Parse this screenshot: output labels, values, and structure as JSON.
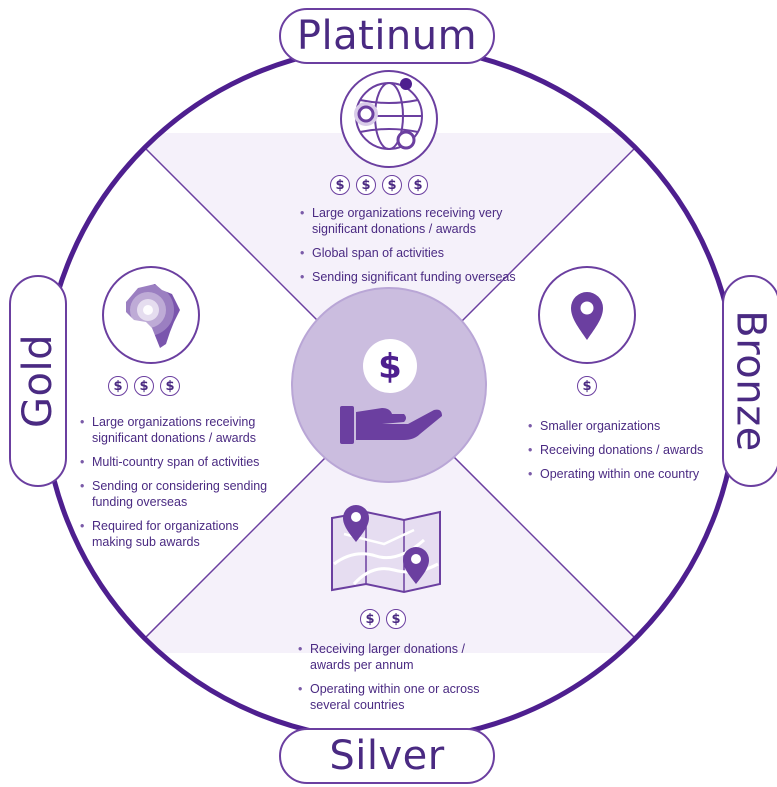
{
  "colors": {
    "ring": "#4e1f8f",
    "sector_fill": "#f5f1fa",
    "center_fill": "#cbbddf",
    "accent": "#6b3fa0",
    "icon_dark": "#6b3fa0",
    "text": "#4a2a82"
  },
  "tiers": {
    "platinum": {
      "label": "Platinum",
      "icon": "globe-icon",
      "dollar_count": 4,
      "bullets": [
        "Large organizations receiving very significant donations / awards",
        "Global span of activities",
        "Sending significant funding overseas"
      ]
    },
    "gold": {
      "label": "Gold",
      "icon": "africa-map-target-icon",
      "dollar_count": 3,
      "bullets": [
        "Large organizations receiving significant donations / awards",
        "Multi-country span of activities",
        "Sending or considering sending funding overseas",
        "Required for organizations making sub awards"
      ]
    },
    "bronze": {
      "label": "Bronze",
      "icon": "location-pin-icon",
      "dollar_count": 1,
      "bullets": [
        "Smaller organizations",
        "Receiving donations / awards",
        "Operating within one country"
      ]
    },
    "silver": {
      "label": "Silver",
      "icon": "folded-map-pins-icon",
      "dollar_count": 2,
      "bullets": [
        "Receiving larger donations / awards per annum",
        "Operating within one or across several countries"
      ]
    }
  },
  "center": {
    "icon": "hand-holding-dollar-icon",
    "symbol": "$"
  },
  "dollar_symbol": "$"
}
